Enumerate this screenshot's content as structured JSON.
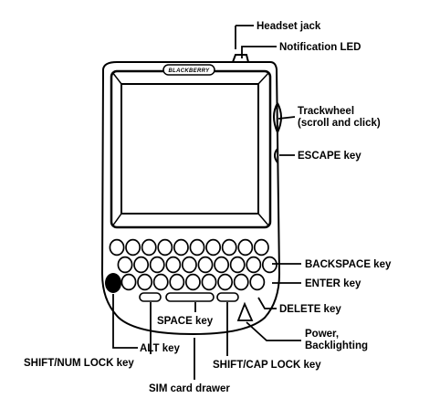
{
  "device": {
    "brand": "BLACKBERRY"
  },
  "callouts": {
    "headset_jack": "Headset jack",
    "notification_led": "Notification LED",
    "trackwheel_line1": "Trackwheel",
    "trackwheel_line2": "(scroll and click)",
    "escape_key": "ESCAPE key",
    "backspace_key": "BACKSPACE key",
    "enter_key": "ENTER key",
    "delete_key": "DELETE key",
    "power_line1": "Power,",
    "power_line2": "Backlighting",
    "space_key": "SPACE key",
    "alt_key": "ALT key",
    "shift_num_lock_key": "SHIFT/NUM LOCK key",
    "shift_cap_lock_key": "SHIFT/CAP LOCK key",
    "sim_card_drawer": "SIM card drawer"
  },
  "colors": {
    "line": "#000000",
    "background": "#ffffff"
  }
}
